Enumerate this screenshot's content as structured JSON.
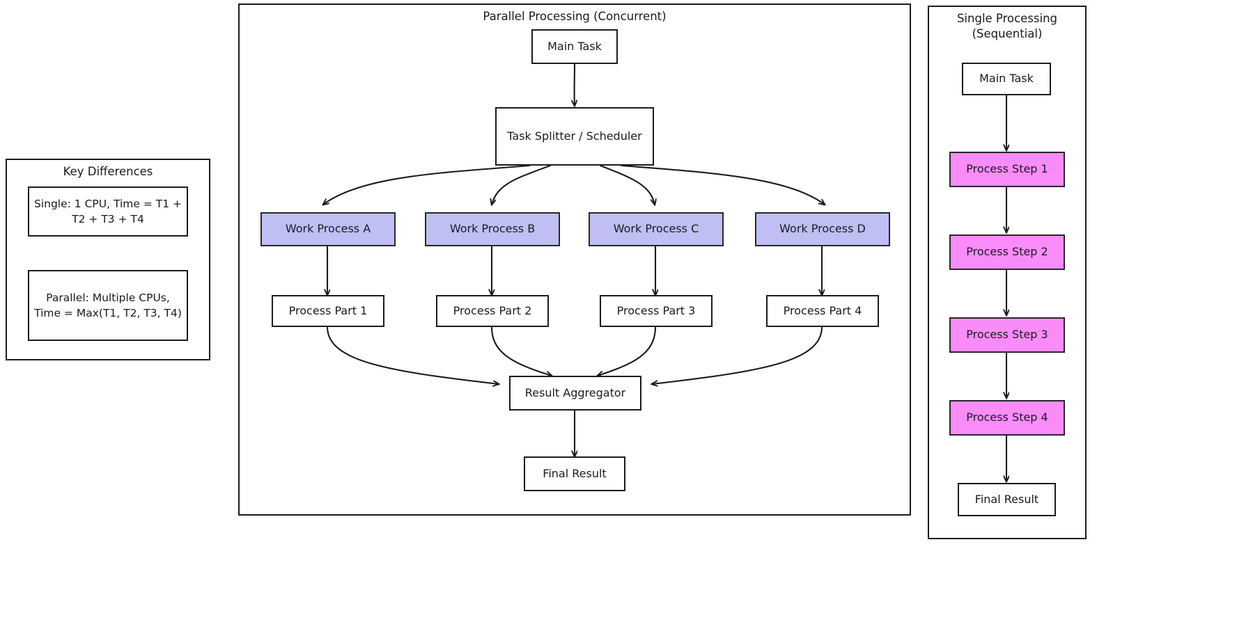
{
  "diagram": {
    "title_left": "Key Differences",
    "title_center": "Parallel Processing (Concurrent)",
    "title_right": "Single Processing\n(Sequential)"
  },
  "key_differences": {
    "heading": "Key Differences",
    "notes": [
      {
        "id": "single-note",
        "text": "Single: 1 CPU, Time = T1 + T2 + T3 + T4"
      },
      {
        "id": "parallel-note",
        "text": "Parallel: Multiple CPUs, Time = Max(T1, T2, T3, T4)"
      }
    ]
  },
  "parallel": {
    "heading": "Parallel Processing (Concurrent)",
    "main_task": "Main Task",
    "splitter": "Task Splitter / Scheduler",
    "workers": [
      {
        "id": "work-a",
        "label": "Work Process A"
      },
      {
        "id": "work-b",
        "label": "Work Process B"
      },
      {
        "id": "work-c",
        "label": "Work Process C"
      },
      {
        "id": "work-d",
        "label": "Work Process D"
      }
    ],
    "parts": [
      {
        "id": "part-1",
        "label": "Process Part 1"
      },
      {
        "id": "part-2",
        "label": "Process Part 2"
      },
      {
        "id": "part-3",
        "label": "Process Part 3"
      },
      {
        "id": "part-4",
        "label": "Process Part 4"
      }
    ],
    "aggregator": "Result Aggregator",
    "final_result": "Final Result"
  },
  "sequential": {
    "heading": "Single Processing\n(Sequential)",
    "main_task": "Main Task",
    "steps": [
      {
        "id": "step-1",
        "label": "Process Step 1"
      },
      {
        "id": "step-2",
        "label": "Process Step 2"
      },
      {
        "id": "step-3",
        "label": "Process Step 3"
      },
      {
        "id": "step-4",
        "label": "Process Step 4"
      }
    ],
    "final_result": "Final Result"
  },
  "colors": {
    "stroke": "#1b1b1f",
    "worker_fill": "#bfbff4",
    "step_fill": "#f98cf9",
    "node_fill": "#ffffff",
    "background": "#ffffff"
  }
}
